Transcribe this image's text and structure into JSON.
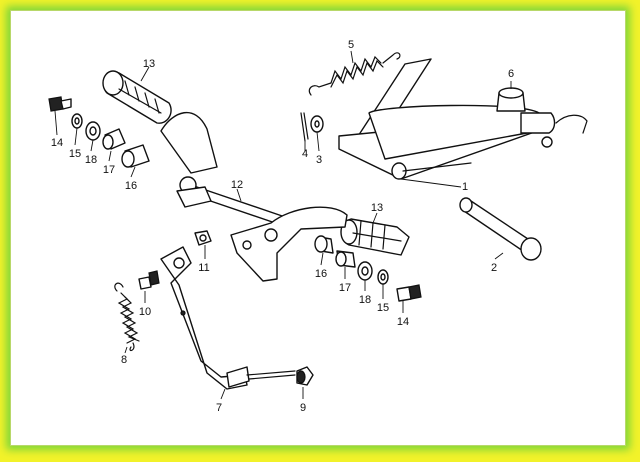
{
  "callouts": {
    "c1": "1",
    "c2": "2",
    "c3": "3",
    "c4": "4",
    "c5": "5",
    "c6": "6",
    "c7": "7",
    "c8": "8",
    "c9": "9",
    "c10": "10",
    "c11": "11",
    "c12": "12",
    "c13a": "13",
    "c13b": "13",
    "c14a": "14",
    "c14b": "14",
    "c15a": "15",
    "c15b": "15",
    "c16a": "16",
    "c16b": "16",
    "c17a": "17",
    "c17b": "17",
    "c18a": "18",
    "c18b": "18"
  },
  "colors": {
    "background": "#f3f22a",
    "glow": "#7fd63a",
    "panel": "#ffffff",
    "ink": "#111111"
  }
}
